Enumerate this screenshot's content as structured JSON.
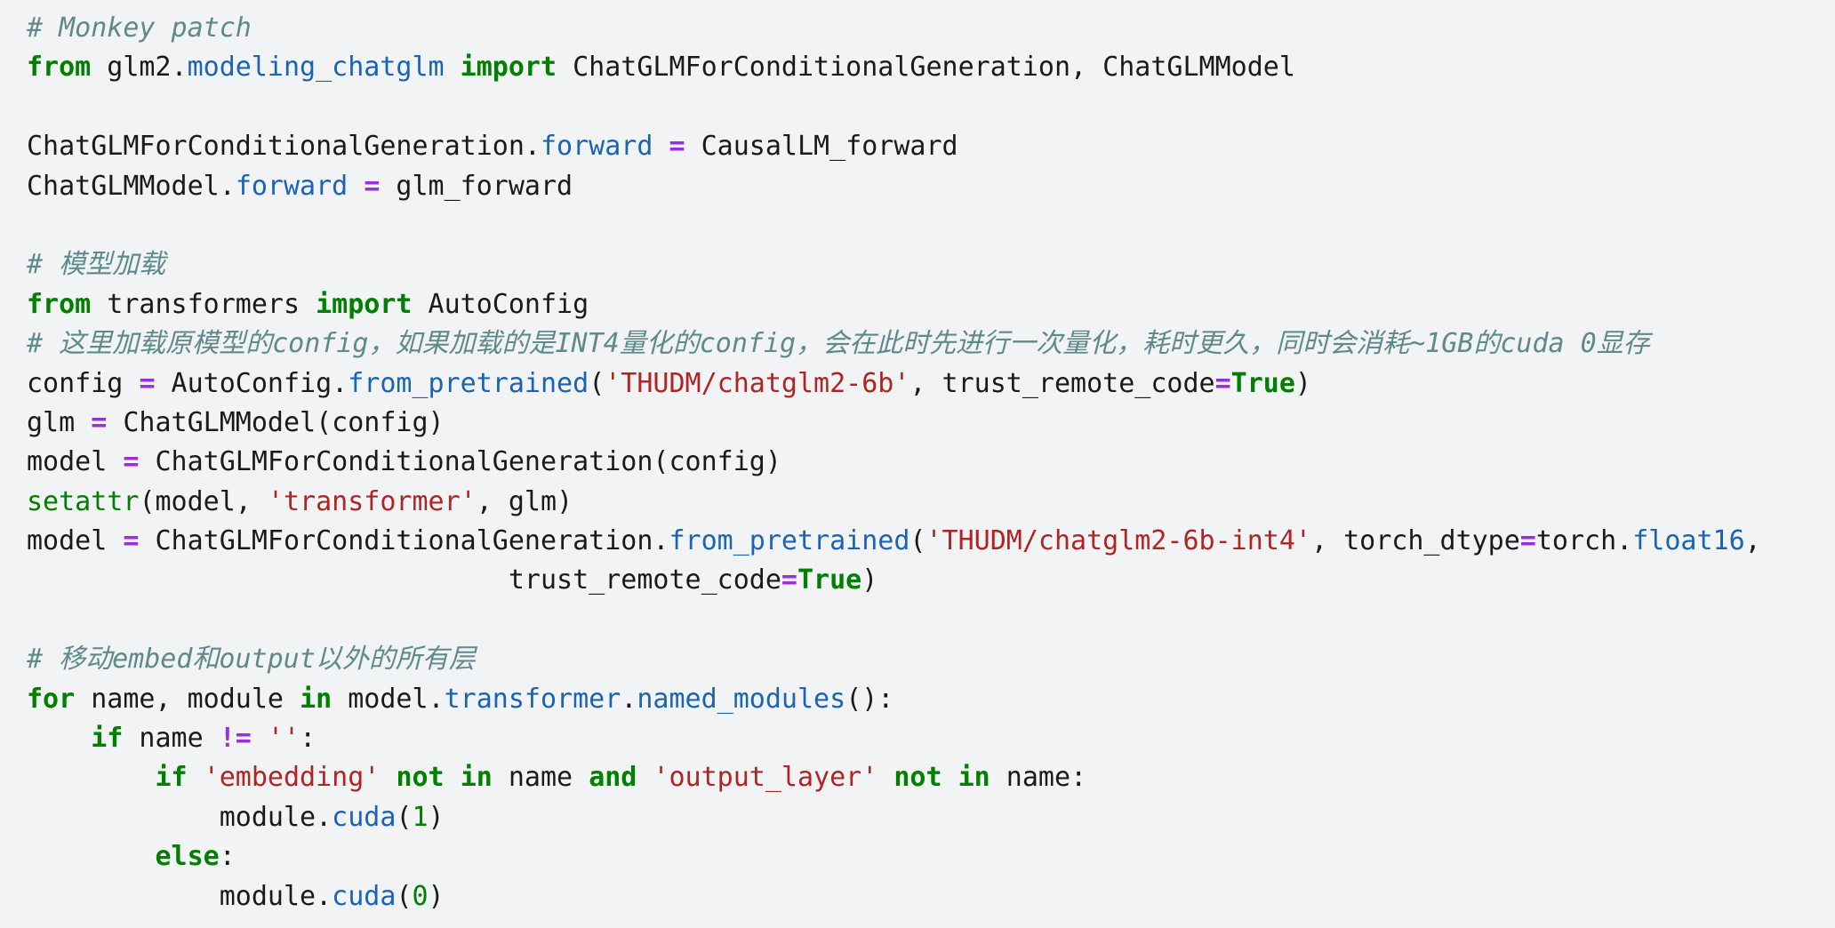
{
  "editor": {
    "background": "#f1f3f4",
    "language": "python",
    "colors": {
      "text": "#1a1a1a",
      "comment": "#5f8a8b",
      "keyword": "#007f00",
      "string": "#b02424",
      "function": "#1a63b5",
      "operator": "#9b30d9",
      "number": "#007f00"
    }
  },
  "code": {
    "lines": [
      {
        "indent": 0,
        "tokens": [
          {
            "t": "comment",
            "s": "# Monkey patch"
          }
        ]
      },
      {
        "indent": 0,
        "tokens": [
          {
            "t": "keyword",
            "s": "from"
          },
          {
            "t": "plain",
            "s": " glm2."
          },
          {
            "t": "attr",
            "s": "modeling_chatglm"
          },
          {
            "t": "plain",
            "s": " "
          },
          {
            "t": "keyword",
            "s": "import"
          },
          {
            "t": "plain",
            "s": " ChatGLMForConditionalGeneration, ChatGLMModel"
          }
        ]
      },
      {
        "indent": 0,
        "tokens": []
      },
      {
        "indent": 0,
        "tokens": [
          {
            "t": "plain",
            "s": "ChatGLMForConditionalGeneration."
          },
          {
            "t": "attr",
            "s": "forward"
          },
          {
            "t": "plain",
            "s": " "
          },
          {
            "t": "operator",
            "s": "="
          },
          {
            "t": "plain",
            "s": " CausalLM_forward"
          }
        ]
      },
      {
        "indent": 0,
        "tokens": [
          {
            "t": "plain",
            "s": "ChatGLMModel."
          },
          {
            "t": "attr",
            "s": "forward"
          },
          {
            "t": "plain",
            "s": " "
          },
          {
            "t": "operator",
            "s": "="
          },
          {
            "t": "plain",
            "s": " glm_forward"
          }
        ]
      },
      {
        "indent": 0,
        "tokens": []
      },
      {
        "indent": 0,
        "tokens": [
          {
            "t": "comment",
            "s": "# 模型加载"
          }
        ]
      },
      {
        "indent": 0,
        "tokens": [
          {
            "t": "keyword",
            "s": "from"
          },
          {
            "t": "plain",
            "s": " transformers "
          },
          {
            "t": "keyword",
            "s": "import"
          },
          {
            "t": "plain",
            "s": " AutoConfig"
          }
        ]
      },
      {
        "indent": 0,
        "tokens": [
          {
            "t": "comment",
            "s": "# 这里加载原模型的config，如果加载的是INT4量化的config，会在此时先进行一次量化，耗时更久，同时会消耗~1GB的cuda 0显存"
          }
        ]
      },
      {
        "indent": 0,
        "tokens": [
          {
            "t": "plain",
            "s": "config "
          },
          {
            "t": "operator",
            "s": "="
          },
          {
            "t": "plain",
            "s": " AutoConfig."
          },
          {
            "t": "func",
            "s": "from_pretrained"
          },
          {
            "t": "punct",
            "s": "("
          },
          {
            "t": "string",
            "s": "'THUDM/chatglm2-6b'"
          },
          {
            "t": "plain",
            "s": ", trust_remote_code"
          },
          {
            "t": "operator",
            "s": "="
          },
          {
            "t": "constant",
            "s": "True"
          },
          {
            "t": "punct",
            "s": ")"
          }
        ]
      },
      {
        "indent": 0,
        "tokens": [
          {
            "t": "plain",
            "s": "glm "
          },
          {
            "t": "operator",
            "s": "="
          },
          {
            "t": "plain",
            "s": " ChatGLMModel(config)"
          }
        ]
      },
      {
        "indent": 0,
        "tokens": [
          {
            "t": "plain",
            "s": "model "
          },
          {
            "t": "operator",
            "s": "="
          },
          {
            "t": "plain",
            "s": " ChatGLMForConditionalGeneration(config)"
          }
        ]
      },
      {
        "indent": 0,
        "tokens": [
          {
            "t": "builtin",
            "s": "setattr"
          },
          {
            "t": "punct",
            "s": "("
          },
          {
            "t": "plain",
            "s": "model, "
          },
          {
            "t": "string",
            "s": "'transformer'"
          },
          {
            "t": "plain",
            "s": ", glm"
          },
          {
            "t": "punct",
            "s": ")"
          }
        ]
      },
      {
        "indent": 0,
        "tokens": [
          {
            "t": "plain",
            "s": "model "
          },
          {
            "t": "operator",
            "s": "="
          },
          {
            "t": "plain",
            "s": " ChatGLMForConditionalGeneration."
          },
          {
            "t": "func",
            "s": "from_pretrained"
          },
          {
            "t": "punct",
            "s": "("
          },
          {
            "t": "string",
            "s": "'THUDM/chatglm2-6b-int4'"
          },
          {
            "t": "plain",
            "s": ", torch_dtype"
          },
          {
            "t": "operator",
            "s": "="
          },
          {
            "t": "plain",
            "s": "torch."
          },
          {
            "t": "attr",
            "s": "float16"
          },
          {
            "t": "punct",
            "s": ","
          }
        ]
      },
      {
        "indent": 0,
        "tokens": [
          {
            "t": "plain",
            "s": "                              trust_remote_code"
          },
          {
            "t": "operator",
            "s": "="
          },
          {
            "t": "constant",
            "s": "True"
          },
          {
            "t": "punct",
            "s": ")"
          }
        ]
      },
      {
        "indent": 0,
        "tokens": []
      },
      {
        "indent": 0,
        "tokens": [
          {
            "t": "comment",
            "s": "# 移动embed和output以外的所有层"
          }
        ]
      },
      {
        "indent": 0,
        "tokens": [
          {
            "t": "keyword",
            "s": "for"
          },
          {
            "t": "plain",
            "s": " name, module "
          },
          {
            "t": "keyword",
            "s": "in"
          },
          {
            "t": "plain",
            "s": " model."
          },
          {
            "t": "attr",
            "s": "transformer"
          },
          {
            "t": "plain",
            "s": "."
          },
          {
            "t": "func",
            "s": "named_modules"
          },
          {
            "t": "punct",
            "s": "():"
          }
        ]
      },
      {
        "indent": 0,
        "tokens": [
          {
            "t": "plain",
            "s": "    "
          },
          {
            "t": "keyword",
            "s": "if"
          },
          {
            "t": "plain",
            "s": " name "
          },
          {
            "t": "operator",
            "s": "!="
          },
          {
            "t": "plain",
            "s": " "
          },
          {
            "t": "string",
            "s": "''"
          },
          {
            "t": "punct",
            "s": ":"
          }
        ]
      },
      {
        "indent": 0,
        "tokens": [
          {
            "t": "plain",
            "s": "        "
          },
          {
            "t": "keyword",
            "s": "if"
          },
          {
            "t": "plain",
            "s": " "
          },
          {
            "t": "string",
            "s": "'embedding'"
          },
          {
            "t": "plain",
            "s": " "
          },
          {
            "t": "keyword",
            "s": "not"
          },
          {
            "t": "plain",
            "s": " "
          },
          {
            "t": "keyword",
            "s": "in"
          },
          {
            "t": "plain",
            "s": " name "
          },
          {
            "t": "keyword",
            "s": "and"
          },
          {
            "t": "plain",
            "s": " "
          },
          {
            "t": "string",
            "s": "'output_layer'"
          },
          {
            "t": "plain",
            "s": " "
          },
          {
            "t": "keyword",
            "s": "not"
          },
          {
            "t": "plain",
            "s": " "
          },
          {
            "t": "keyword",
            "s": "in"
          },
          {
            "t": "plain",
            "s": " name"
          },
          {
            "t": "punct",
            "s": ":"
          }
        ]
      },
      {
        "indent": 0,
        "tokens": [
          {
            "t": "plain",
            "s": "            module."
          },
          {
            "t": "func",
            "s": "cuda"
          },
          {
            "t": "punct",
            "s": "("
          },
          {
            "t": "number",
            "s": "1"
          },
          {
            "t": "punct",
            "s": ")"
          }
        ]
      },
      {
        "indent": 0,
        "tokens": [
          {
            "t": "plain",
            "s": "        "
          },
          {
            "t": "keyword",
            "s": "else"
          },
          {
            "t": "punct",
            "s": ":"
          }
        ]
      },
      {
        "indent": 0,
        "tokens": [
          {
            "t": "plain",
            "s": "            module."
          },
          {
            "t": "func",
            "s": "cuda"
          },
          {
            "t": "punct",
            "s": "("
          },
          {
            "t": "number",
            "s": "0"
          },
          {
            "t": "punct",
            "s": ")"
          }
        ]
      }
    ]
  }
}
